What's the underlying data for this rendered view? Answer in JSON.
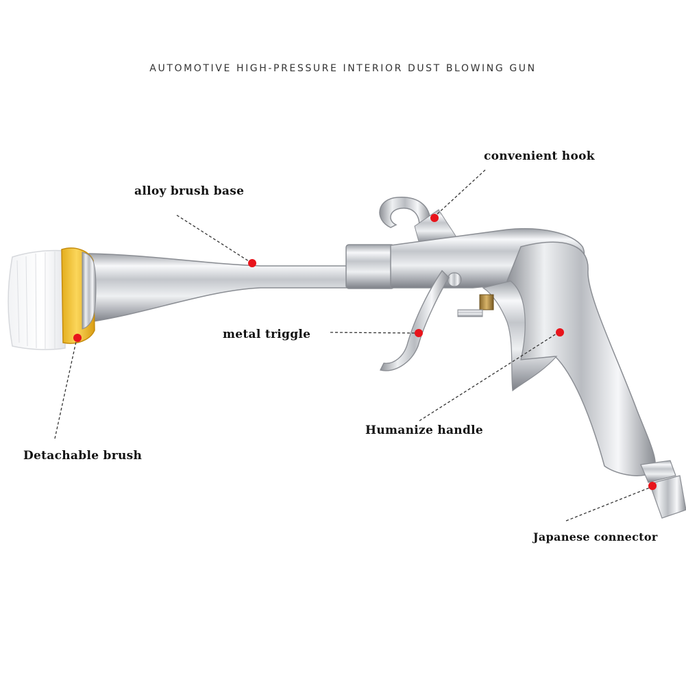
{
  "title": "AUTOMOTIVE HIGH-PRESSURE INTERIOR DUST BLOWING GUN",
  "colors": {
    "marker": "#e8141b",
    "brush_ring": "#f6c93a",
    "metal_light": "#f4f5f7",
    "metal_dark": "#8a8d93"
  },
  "callouts": {
    "convenient_hook": "convenient hook",
    "alloy_brush_base": "alloy brush base",
    "metal_triggle": "metal triggle",
    "humanize_handle": "Humanize handle",
    "detachable_brush": "Detachable brush",
    "japanese_connector": "Japanese connector"
  }
}
